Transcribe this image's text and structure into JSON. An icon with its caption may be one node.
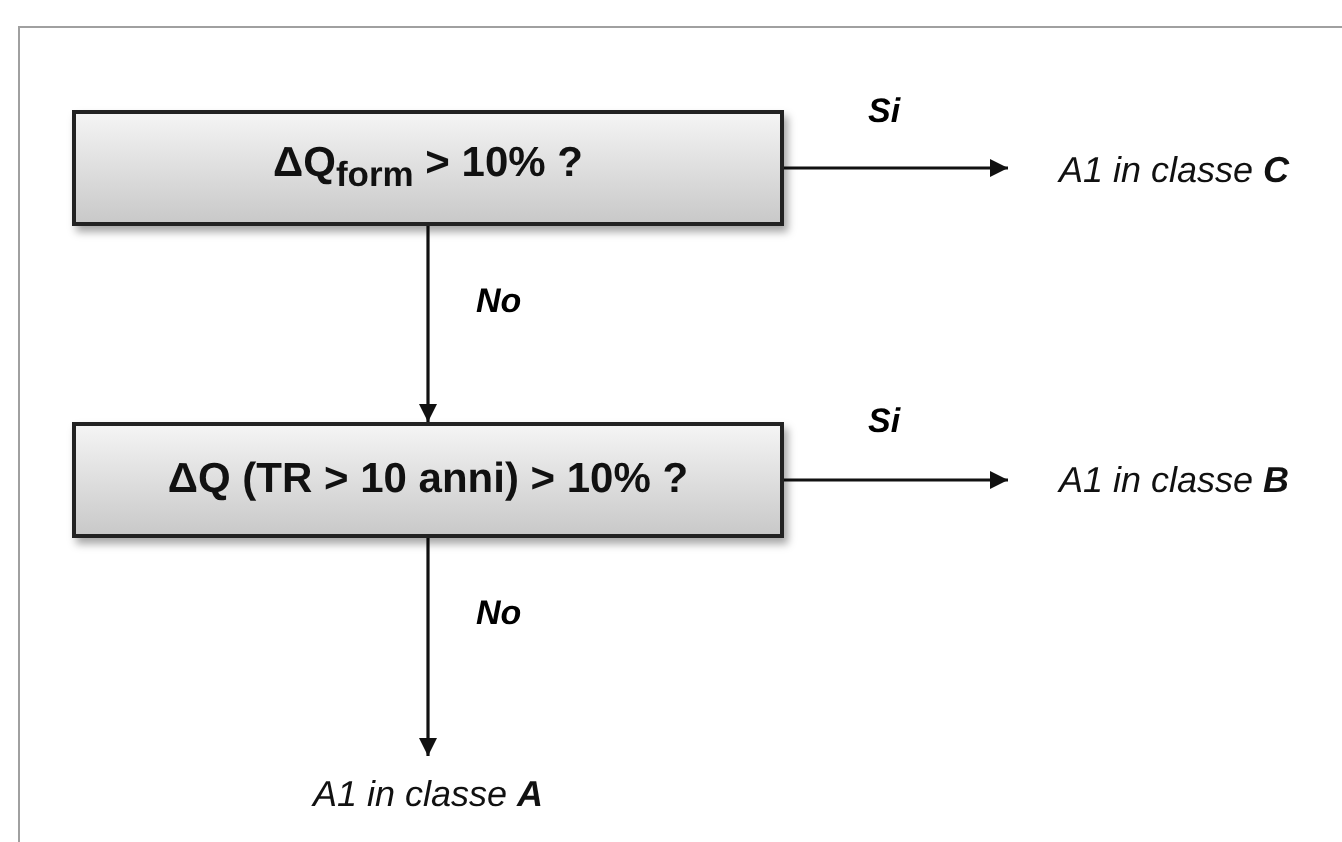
{
  "diagram": {
    "nodes": [
      {
        "text": [
          "ΔQ$_{form}$ > 10% ?"
        ]
      },
      {
        "text": [
          "A1 in classe **C**"
        ]
      },
      {
        "text": [
          "ΔQ (TR > 10 anni) > 10% ?"
        ]
      },
      {
        "text": [
          "A1 in classe **B**"
        ]
      },
      {
        "text": [
          "A1 in classe **A**"
        ]
      }
    ],
    "edges": [
      {
        "from": 0,
        "to": 1,
        "label": "Si",
        "arrow": "to"
      },
      {
        "from": 0,
        "to": 2,
        "label": "No",
        "arrow": "to"
      },
      {
        "from": 2,
        "to": 3,
        "label": "Si",
        "arrow": "to"
      },
      {
        "from": 2,
        "to": 4,
        "label": "No",
        "arrow": "to"
      }
    ]
  }
}
